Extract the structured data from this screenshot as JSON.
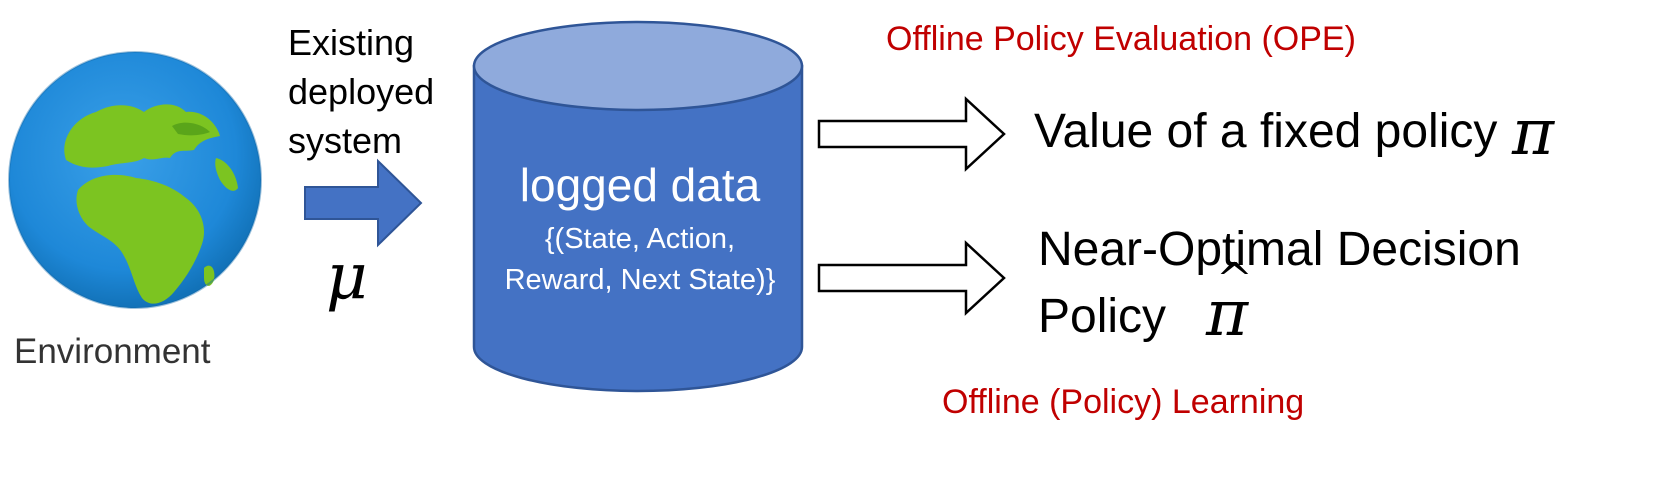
{
  "environment": {
    "label": "Environment",
    "icon": "globe-icon"
  },
  "system": {
    "lines": [
      "Existing",
      "deployed",
      "system"
    ],
    "behavior_symbol": "μ"
  },
  "database": {
    "title": "logged data",
    "tuple_line1": "{(State, Action,",
    "tuple_line2": "Reward, Next State)}",
    "top_color": "#8FAADC",
    "body_color": "#4472C4"
  },
  "outputs": {
    "ope_label": "Offline Policy Evaluation (OPE)",
    "value_text": "Value of a fixed policy",
    "value_symbol": "π",
    "near_optimal_line1": "Near-Optimal Decision",
    "near_optimal_line2": "Policy",
    "learned_symbol": "π",
    "learning_label": "Offline (Policy) Learning",
    "accent_color": "#C00000"
  }
}
